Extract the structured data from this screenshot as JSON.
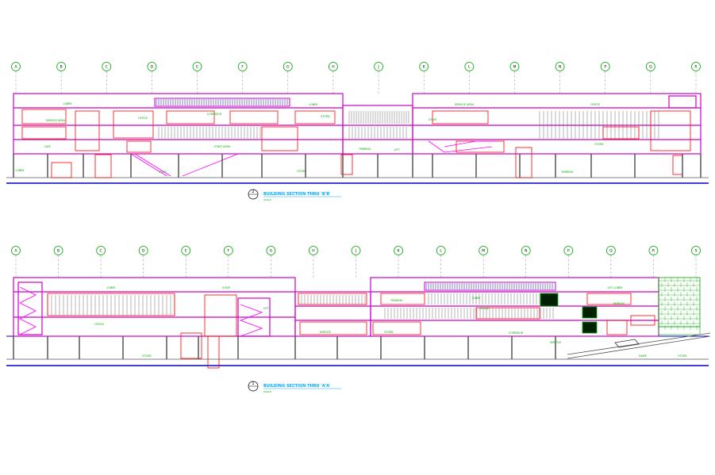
{
  "colors": {
    "outline": "#cc00cc",
    "structure": "#ff0000",
    "grid": "#555555",
    "ground": "#0000cc",
    "label": "#00aa00",
    "title": "#00aaff",
    "glass": "#000080",
    "stair": "#ff00ff"
  },
  "sections": [
    {
      "title": "BUILDING SECTION THRU 'B'B'",
      "number": "2",
      "scale_note": "SCALE",
      "grid_markers": [
        "A",
        "B",
        "C",
        "D",
        "E",
        "F",
        "G",
        "H",
        "J",
        "K",
        "L",
        "M",
        "N",
        "P",
        "Q",
        "R"
      ],
      "room_labels": [
        "LOBBY",
        "SERVICE AREA",
        "OFFICE",
        "CORRIDOR",
        "CAFE",
        "STAFF AREA",
        "LOBBY",
        "STORE",
        "PARKING",
        "LIFT",
        "STAIR",
        "SERVICE AREA",
        "OFFICE",
        "STORE",
        "PARKING",
        "LOBBY",
        "STAFF",
        "STORE"
      ]
    },
    {
      "title": "BUILDING SECTION THRU 'A'A'",
      "number": "1",
      "scale_note": "SCALE",
      "grid_markers": [
        "A",
        "B",
        "C",
        "D",
        "E",
        "F",
        "G",
        "H",
        "J",
        "K",
        "L",
        "M",
        "N",
        "P",
        "Q",
        "R",
        "S"
      ],
      "room_labels": [
        "LOBBY",
        "OFFICE",
        "STORE",
        "STAIR",
        "LIFT",
        "SERVICE",
        "PARKING",
        "LOBBY",
        "OFFICE",
        "CORRIDOR",
        "STORE",
        "LIFT LOBBY",
        "PARKING",
        "SERVICE",
        "RAMP",
        "STORE"
      ]
    }
  ]
}
